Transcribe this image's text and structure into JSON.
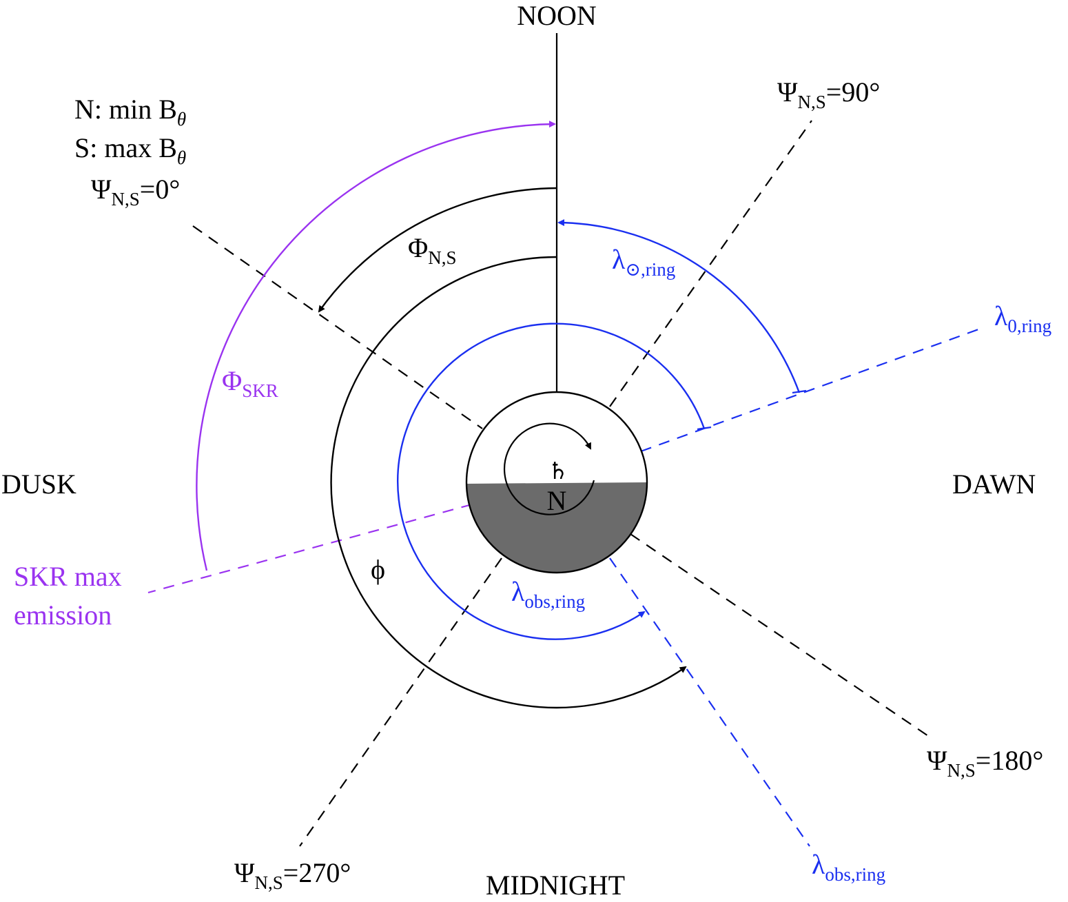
{
  "colors": {
    "black": "#000000",
    "blue": "#1a2ff0",
    "purple": "#9a33f0",
    "nightside": "#6b6b6b",
    "background": "#ffffff"
  },
  "directions": {
    "noon": "NOON",
    "midnight": "MIDNIGHT",
    "dusk": "DUSK",
    "dawn": "DAWN"
  },
  "planet": {
    "symbol": "♄",
    "hemisphere": "N"
  },
  "psi": {
    "symbol": "Ψ",
    "subscript": "N,S",
    "zero": "=0°",
    "ninety": "=90°",
    "one_eighty": "=180°",
    "two_seventy": "=270°"
  },
  "field": {
    "north_prefix": "N: min B",
    "south_prefix": "S: max B",
    "theta": "θ"
  },
  "phi_ns": {
    "symbol": "Φ",
    "subscript": "N,S"
  },
  "phi_skr": {
    "symbol": "Φ",
    "subscript": "SKR"
  },
  "lambda_sun": {
    "symbol": "λ",
    "subscript": "⊙,ring"
  },
  "lambda_zero": {
    "symbol": "λ",
    "subscript": "0,ring"
  },
  "lambda_obs_inner": {
    "symbol": "λ",
    "subscript": "obs,ring"
  },
  "lambda_obs_outer": {
    "symbol": "λ",
    "subscript": "obs,ring"
  },
  "phi_small": "ϕ",
  "skr_max": {
    "line1": "SKR max",
    "line2": "emission"
  }
}
